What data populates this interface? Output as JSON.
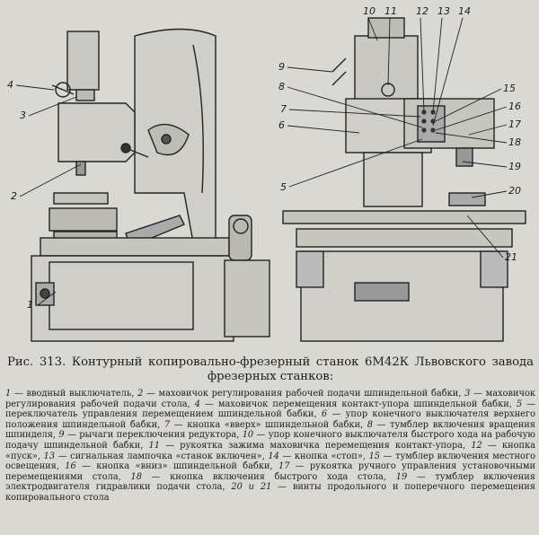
{
  "figure": {
    "callouts_left": [
      "1",
      "2",
      "3",
      "4"
    ],
    "callouts_right": [
      "5",
      "6",
      "7",
      "8",
      "9",
      "10",
      "11",
      "12",
      "13",
      "14",
      "15",
      "16",
      "17",
      "18",
      "19",
      "20",
      "21"
    ]
  },
  "caption": "Рис. 313. Контурный копировально-фрезерный станок 6М42К Львовского завода фрезерных станков:",
  "legend": [
    {
      "n": "1",
      "text": "вводный выключатель,"
    },
    {
      "n": "2",
      "text": "маховичок регулирования рабочей подачи шпиндельной бабки,"
    },
    {
      "n": "3",
      "text": "маховичок регулирования рабочей подачи стола,"
    },
    {
      "n": "4",
      "text": "маховичок перемещения контакт-упора шпиндельной бабки,"
    },
    {
      "n": "5",
      "text": "переключатель управления перемещением шпиндельной бабки,"
    },
    {
      "n": "6",
      "text": "упор конечного выключателя верхнего положения шпиндельной бабки,"
    },
    {
      "n": "7",
      "text": "кнопка «вверх» шпиндельной бабки,"
    },
    {
      "n": "8",
      "text": "тумблер включения вращения шпинделя,"
    },
    {
      "n": "9",
      "text": "рычаги переключения редуктора,"
    },
    {
      "n": "10",
      "text": "упор конечного выключателя быстрого хода на рабочую подачу шпиндельной бабки,"
    },
    {
      "n": "11",
      "text": "рукоятка зажима маховичка перемещения контакт-упора,"
    },
    {
      "n": "12",
      "text": "кнопка «пуск»,"
    },
    {
      "n": "13",
      "text": "сигнальная лампочка «станок включен»,"
    },
    {
      "n": "14",
      "text": "кнопка «стоп»,"
    },
    {
      "n": "15",
      "text": "тумблер включения местного освещения,"
    },
    {
      "n": "16",
      "text": "кнопка «вниз» шпиндельной бабки,"
    },
    {
      "n": "17",
      "text": "рукоятка ручного управления установочными перемещениями стола,"
    },
    {
      "n": "18",
      "text": "кнопка включения быстрого хода стола,"
    },
    {
      "n": "19",
      "text": "тумблер включения электродвигателя гидравлики подачи стола,"
    },
    {
      "n": "20 и 21",
      "text": "винты продольного и поперечного перемещения копировального стола"
    }
  ]
}
